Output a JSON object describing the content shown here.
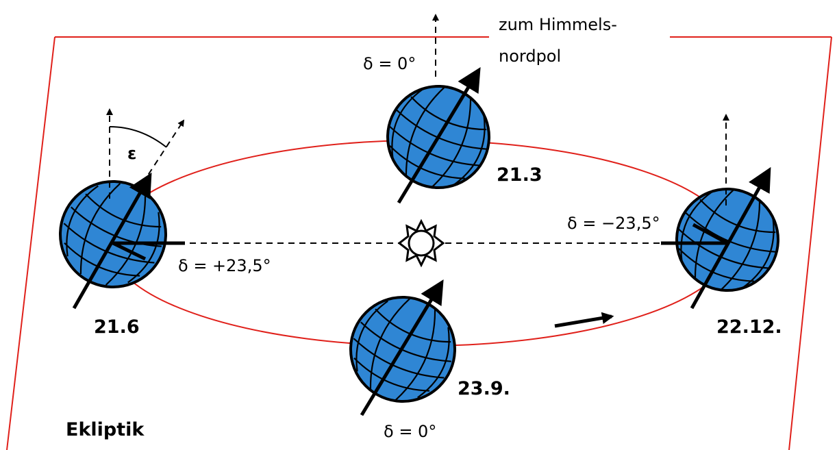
{
  "labels": {
    "pole_line1": "zum Himmels-",
    "pole_line2": "nordpol",
    "plane": "Ekliptik",
    "epsilon": "ε",
    "delta_top": "δ = 0°",
    "delta_bottom": "δ = 0°",
    "delta_june": "δ = +23,5°",
    "delta_december": "δ = −23,5°"
  },
  "dates": {
    "march": "21.3",
    "june": "21.6",
    "september": "23.9.",
    "december": "22.12."
  },
  "colors": {
    "plane_outline": "#e0201a",
    "orbit": "#e0201a",
    "globe": "#2f86d4",
    "ink": "#000000"
  },
  "icons": {
    "sun": "sun-icon",
    "direction": "orbit-direction-arrow-icon"
  }
}
